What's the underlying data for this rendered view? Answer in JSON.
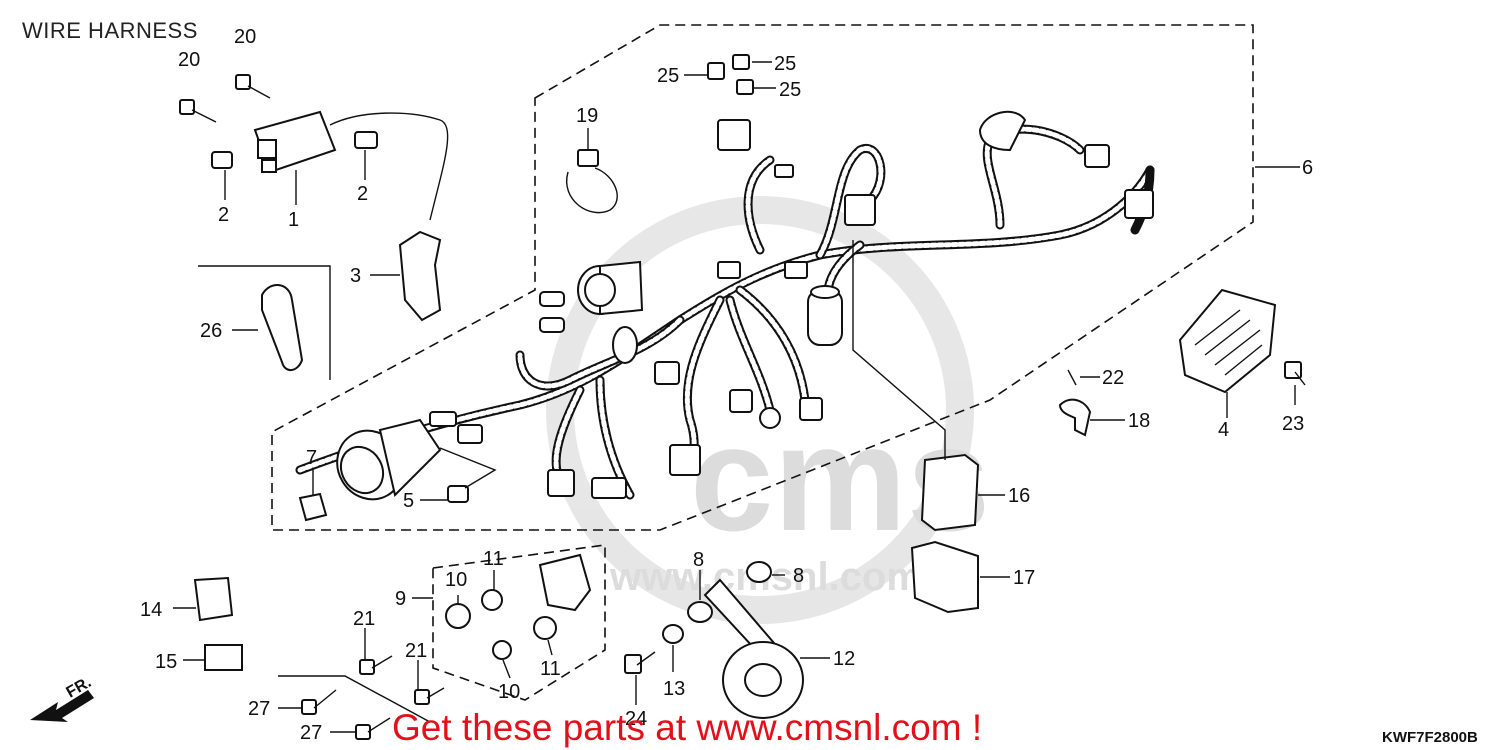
{
  "page": {
    "title": "WIRE HARNESS",
    "diagram_code": "KWF7F2800B",
    "promo_text": "Get these parts at www.cmsnl.com !",
    "front_marker": "FR.",
    "watermark": {
      "main": "cms",
      "sub": "www.cmsnl.com"
    }
  },
  "callouts": [
    {
      "id": "c1",
      "number": "1"
    },
    {
      "id": "c2a",
      "number": "2"
    },
    {
      "id": "c2b",
      "number": "2"
    },
    {
      "id": "c3",
      "number": "3"
    },
    {
      "id": "c4",
      "number": "4"
    },
    {
      "id": "c5",
      "number": "5"
    },
    {
      "id": "c6",
      "number": "6"
    },
    {
      "id": "c7",
      "number": "7"
    },
    {
      "id": "c8a",
      "number": "8"
    },
    {
      "id": "c8b",
      "number": "8"
    },
    {
      "id": "c9",
      "number": "9"
    },
    {
      "id": "c10a",
      "number": "10"
    },
    {
      "id": "c10b",
      "number": "10"
    },
    {
      "id": "c11a",
      "number": "11"
    },
    {
      "id": "c11b",
      "number": "11"
    },
    {
      "id": "c12",
      "number": "12"
    },
    {
      "id": "c13",
      "number": "13"
    },
    {
      "id": "c14",
      "number": "14"
    },
    {
      "id": "c15",
      "number": "15"
    },
    {
      "id": "c16",
      "number": "16"
    },
    {
      "id": "c17",
      "number": "17"
    },
    {
      "id": "c18",
      "number": "18"
    },
    {
      "id": "c19",
      "number": "19"
    },
    {
      "id": "c20a",
      "number": "20"
    },
    {
      "id": "c20b",
      "number": "20"
    },
    {
      "id": "c21a",
      "number": "21"
    },
    {
      "id": "c21b",
      "number": "21"
    },
    {
      "id": "c22",
      "number": "22"
    },
    {
      "id": "c23",
      "number": "23"
    },
    {
      "id": "c24",
      "number": "24"
    },
    {
      "id": "c25a",
      "number": "25"
    },
    {
      "id": "c25b",
      "number": "25"
    },
    {
      "id": "c25c",
      "number": "25"
    },
    {
      "id": "c26",
      "number": "26"
    },
    {
      "id": "c27a",
      "number": "27"
    },
    {
      "id": "c27b",
      "number": "27"
    }
  ],
  "colors": {
    "promo": "#e3101a",
    "line": "#111111",
    "watermark": "#d9d9d9"
  }
}
